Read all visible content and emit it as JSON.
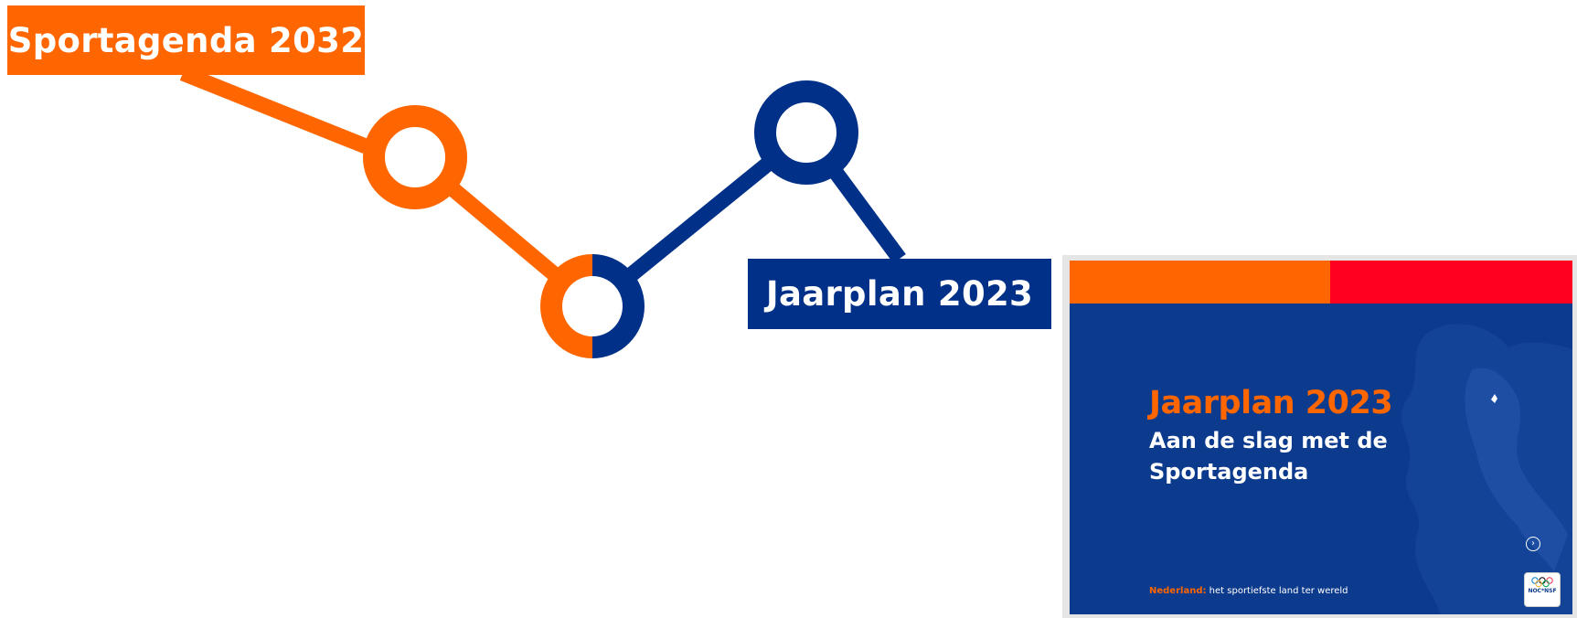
{
  "labels": {
    "start": "Sportagenda 2032",
    "end": "Jaarplan 2023"
  },
  "colors": {
    "orange": "#ff6600",
    "blue": "#003087",
    "red": "#ff0020",
    "slide_background": "#0c3a8c"
  },
  "slide": {
    "title": "Jaarplan 2023",
    "subtitle": "Aan de slag met de Sportagenda",
    "footer_accent": "Nederland:",
    "footer_text": "het sportiefste land ter wereld",
    "logo_text": "NOC*NSF",
    "next_icon": "chevron-right-icon"
  }
}
